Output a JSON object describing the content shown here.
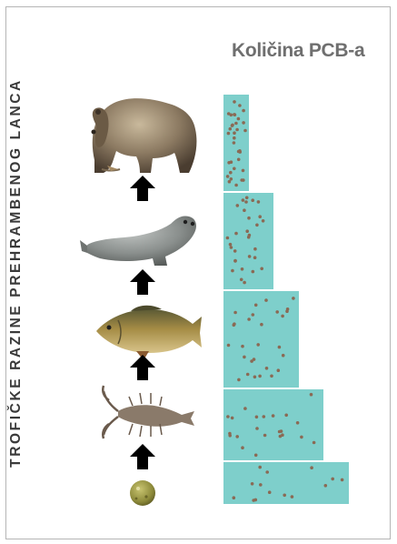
{
  "diagram": {
    "title": "Količina PCB-a",
    "axis_label": "TROFIČKE RAZINE PREHRAMBENOG LANCA",
    "levels": [
      {
        "organism": "bear-icon",
        "relative_amount": 1
      },
      {
        "organism": "seal-icon",
        "relative_amount": 2
      },
      {
        "organism": "carp-icon",
        "relative_amount": 3
      },
      {
        "organism": "crayfish-icon",
        "relative_amount": 4
      },
      {
        "organism": "plankton-icon",
        "relative_amount": 5
      }
    ],
    "colors": {
      "bar": "#7ecfcb",
      "dot": "#8a6a55",
      "arrow": "#000000",
      "title": "#6f6f6f"
    }
  }
}
